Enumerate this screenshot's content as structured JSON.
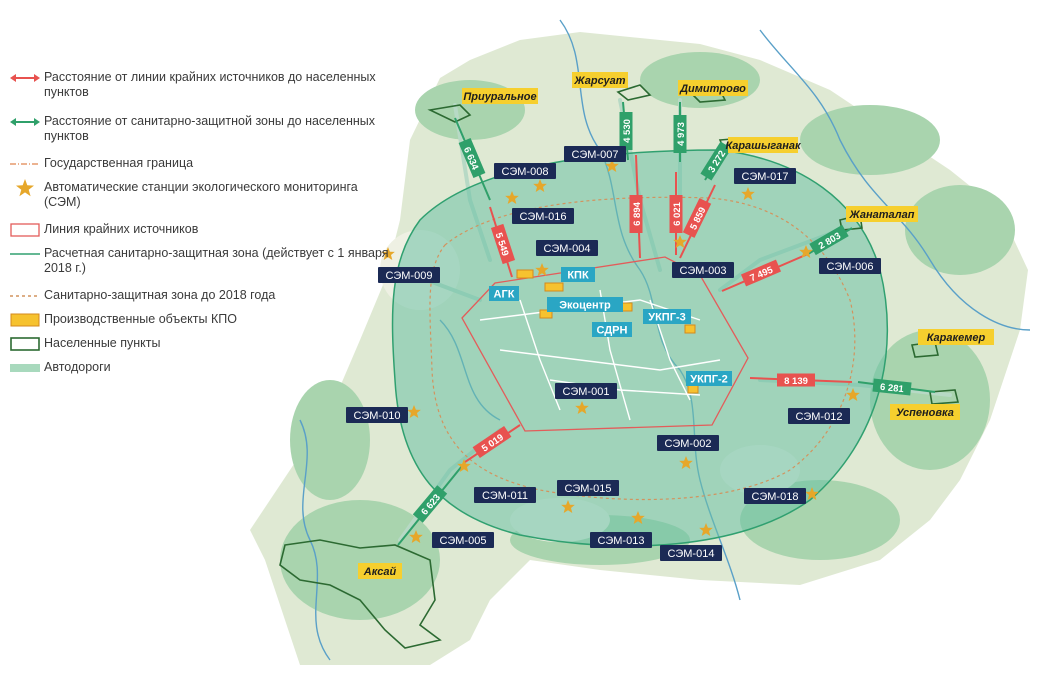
{
  "legend": {
    "items": [
      {
        "id": "red-arrow",
        "text": "Расстояние от линии крайних источников до населенных пунктов"
      },
      {
        "id": "green-arrow",
        "text": "Расстояние от санитарно-защитной зоны до населенных пунктов"
      },
      {
        "id": "border",
        "text": "Государственная граница"
      },
      {
        "id": "star",
        "text": "Автоматические станции экологического мониторинга (СЭМ)"
      },
      {
        "id": "source-line",
        "text": "Линия крайних источников"
      },
      {
        "id": "szz",
        "text": "Расчетная санитарно-защитная зона (действует с 1 января 2018 г.)"
      },
      {
        "id": "old-szz",
        "text": "Санитарно-защитная зона до 2018 года"
      },
      {
        "id": "objects",
        "text": "Производственные объекты КПО"
      },
      {
        "id": "settlements",
        "text": "Населенные пункты"
      },
      {
        "id": "roads",
        "text": "Автодороги"
      }
    ]
  },
  "stations": [
    "СЭМ-001",
    "СЭМ-002",
    "СЭМ-003",
    "СЭМ-004",
    "СЭМ-005",
    "СЭМ-006",
    "СЭМ-007",
    "СЭМ-008",
    "СЭМ-009",
    "СЭМ-010",
    "СЭМ-011",
    "СЭМ-012",
    "СЭМ-013",
    "СЭМ-014",
    "СЭМ-015",
    "СЭМ-016",
    "СЭМ-017",
    "СЭМ-018"
  ],
  "facilities": [
    "АГК",
    "КПК",
    "Экоцентр",
    "СДРН",
    "УКПГ-3",
    "УКПГ-2"
  ],
  "settlements": [
    "Приуральное",
    "Жарсуат",
    "Димитрово",
    "Карашыганак",
    "Жанаталап",
    "Каракемер",
    "Успеновка",
    "Аксай"
  ],
  "distances": {
    "red": [
      "5 549",
      "6 894",
      "6 021",
      "5 859",
      "7 495",
      "8 139",
      "5 019"
    ],
    "green": [
      "6 634",
      "4 530",
      "4 973",
      "3 272",
      "2 803",
      "6 281",
      "6 623"
    ]
  },
  "colors": {
    "red_arrow": "#e8524f",
    "green_arrow": "#2fa06a",
    "station_label_bg": "#1b2a55",
    "facility_label_bg": "#2aa6c4",
    "settlement_label_bg": "#f6cf2e",
    "star": "#e6a72a",
    "szz_fill": "#6cc1a6"
  }
}
